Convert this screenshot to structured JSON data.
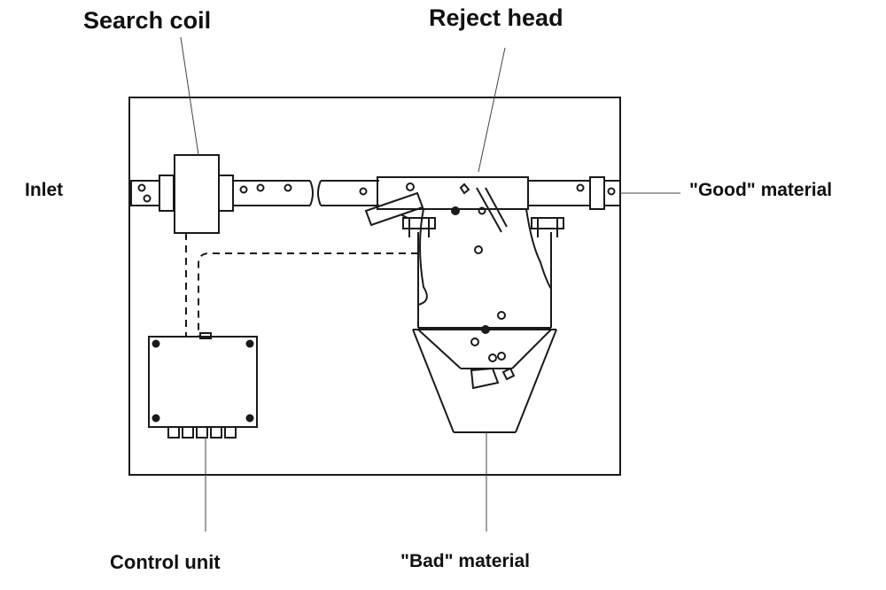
{
  "labels": {
    "search_coil": "Search coil",
    "reject_head": "Reject head",
    "inlet": "Inlet",
    "good_material": "\"Good\" material",
    "control_unit": "Control unit",
    "bad_material": "\"Bad\" material"
  },
  "colors": {
    "line": "#1a1a1a",
    "text": "#111111",
    "background": "#ffffff"
  }
}
